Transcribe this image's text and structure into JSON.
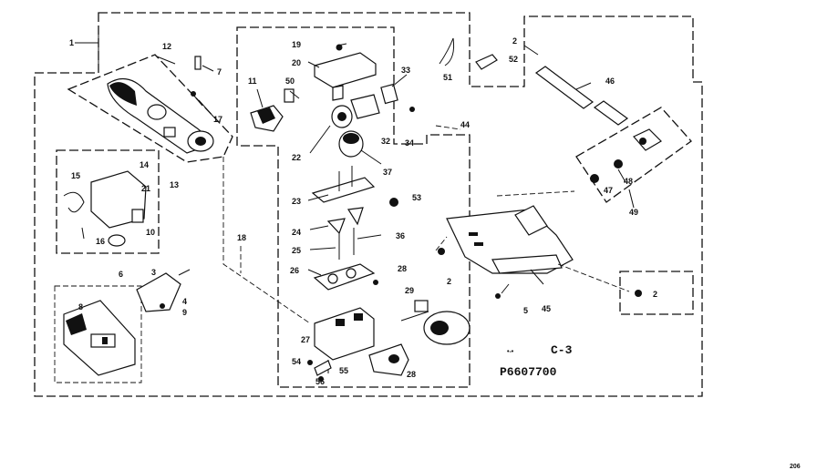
{
  "diagram": {
    "section_code": "C-3",
    "drawing_number": "P6607700",
    "small_marks": "•-•",
    "corner_text": "206",
    "callouts": {
      "c1": "1",
      "c12": "12",
      "c7": "7",
      "c17": "17",
      "c18a": "18",
      "c14": "14",
      "c13": "13",
      "c21": "21",
      "c10": "10",
      "c16": "16",
      "c15": "15",
      "c6": "6",
      "c3": "3",
      "c4": "4",
      "c9": "9",
      "c8": "8",
      "c19": "19",
      "c20": "20",
      "c11": "11",
      "c50": "50",
      "c33": "33",
      "c34": "34",
      "c32": "32",
      "c22": "22",
      "c37": "37",
      "c23": "23",
      "c53": "53",
      "c24": "24",
      "c36": "36",
      "c25": "25",
      "c26": "26",
      "c28a": "28",
      "c29": "29",
      "c27": "27",
      "c54": "54",
      "c55": "55",
      "c56": "56",
      "c28b": "28",
      "c51": "51",
      "c44": "44",
      "c2a": "2",
      "c52": "52",
      "c46": "46",
      "c48": "48",
      "c47": "47",
      "c49": "49",
      "c2b": "2",
      "c5": "5",
      "c45": "45",
      "c2c": "2"
    }
  }
}
